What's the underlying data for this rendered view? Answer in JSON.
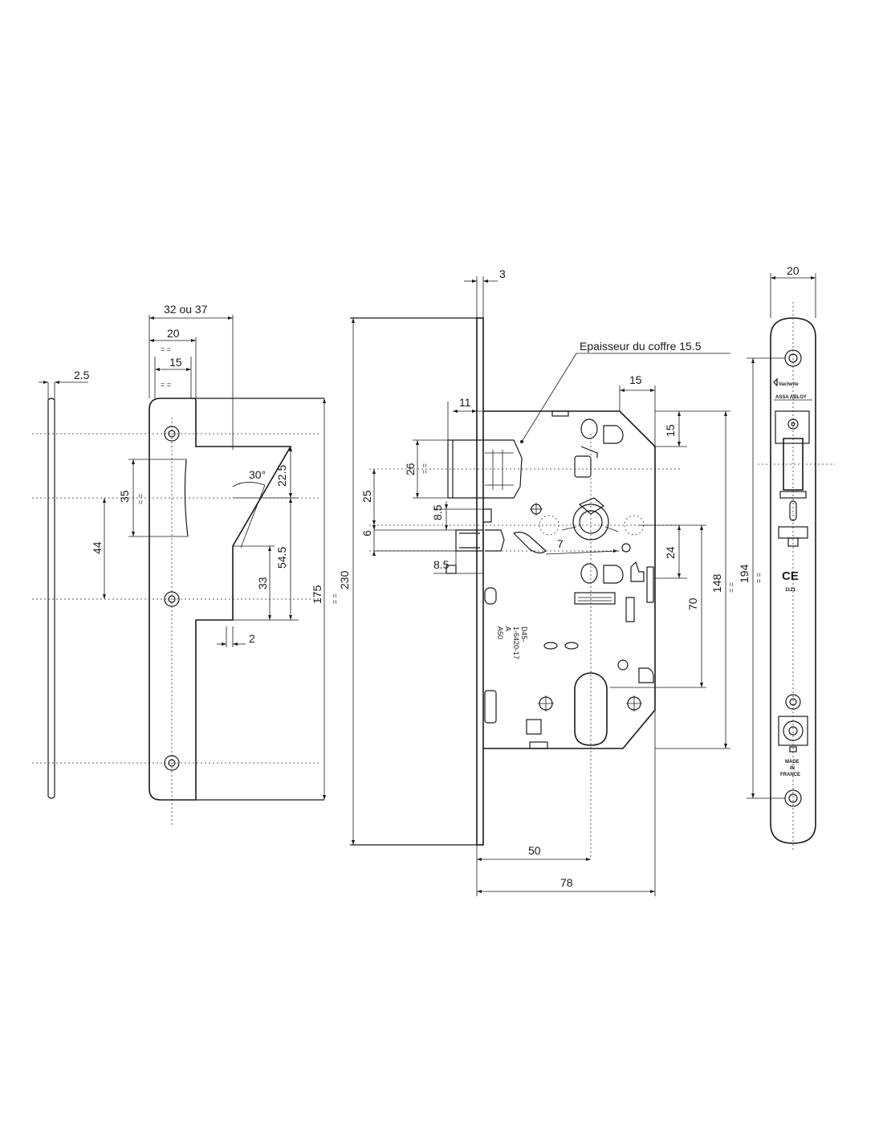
{
  "labels": {
    "strike_thickness": "2.5",
    "strike_width_total": "32 ou 37",
    "strike_width_20": "20",
    "strike_width_15": "15",
    "equal_marks": "= =",
    "dim_30deg": "30°",
    "dim_22_5": "22.5",
    "dim_35": "35",
    "dim_44": "44",
    "dim_54_5": "54.5",
    "dim_33": "33",
    "dim_175": "175",
    "dim_2": "2",
    "dim_230": "230",
    "dim_3": "3",
    "case_thickness_note": "Epaisseur du coffre 15.5",
    "dim_11": "11",
    "dim_15_top": "15",
    "dim_15_side": "15",
    "dim_26": "26",
    "dim_25": "25",
    "dim_8_5_a": "8.5",
    "dim_6": "6",
    "dim_8_5_b": "8.5",
    "dim_7": "7",
    "dim_24": "24",
    "dim_70": "70",
    "dim_148": "148",
    "dim_50": "50",
    "dim_78": "78",
    "dim_194": "194",
    "dim_20_front": "20",
    "stamp_d45": "D45-",
    "stamp_code": "1-6420-17",
    "stamp_a": "A",
    "stamp_a50": "A50",
    "brand_vachette": "Vachette",
    "brand_assa": "ASSA ABLOY",
    "ce_mark": "CE",
    "ce_number": "1121",
    "made_in_1": "MADE",
    "made_in_2": "IN",
    "made_in_3": "FRANCE"
  }
}
